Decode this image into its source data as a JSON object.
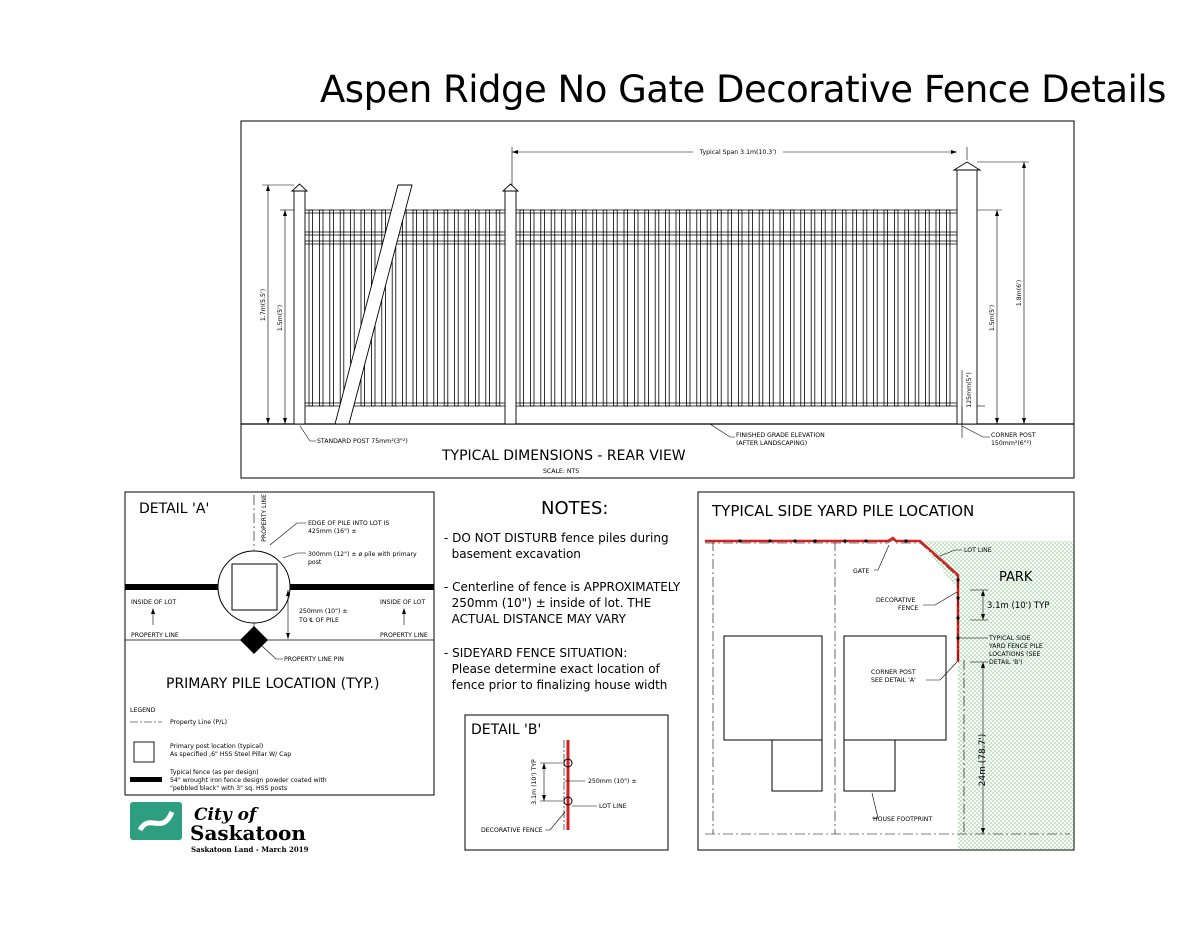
{
  "title": "Aspen Ridge No Gate Decorative Fence Details",
  "rear_view": {
    "heading": "TYPICAL DIMENSIONS - REAR VIEW",
    "scale": "SCALE: NTS",
    "span_label": "Typical Span 3.1m(10.3')",
    "dim_left_outer": "1.7m(5.5')",
    "dim_left_inner": "1.5m(5')",
    "dim_right_inner": "1.5m(5')",
    "dim_right_outer": "1.8m(6')",
    "dim_gap": "125mm(5\")",
    "standard_post": "STANDARD POST 75mm²(3\"²)",
    "grade_line1": "FINISHED GRADE ELEVATION",
    "grade_line2": "(AFTER LANDSCAPING)",
    "corner_post_line1": "CORNER POST",
    "corner_post_line2": "150mm²(6\"²)"
  },
  "detail_a": {
    "heading": "DETAIL 'A'",
    "property_line_vertical": "PROPERTY LINE",
    "edge_line1": "EDGE OF PILE INTO LOT IS",
    "edge_line2": "425mm (16\") ±",
    "pile_line1": "300mm (12\") ±  ø pile with primary",
    "pile_line2": "post",
    "inside_lot_left": "INSIDE OF LOT",
    "inside_lot_right": "INSIDE OF LOT",
    "offset_line1": "250mm (10\") ±",
    "offset_line2": "TO ℄ OF PILE",
    "property_line_left": "PROPERTY LINE",
    "property_line_right": "PROPERTY LINE",
    "pin_label": "PROPERTY LINE PIN",
    "subtitle": "PRIMARY PILE LOCATION (TYP.)",
    "legend_title": "LEGEND",
    "legend_property_line": "Property Line (P/L)",
    "legend_post_line1": "Primary post location (typical)",
    "legend_post_line2": "As specified ,6\" HSS Steel Pillar W/ Cap",
    "legend_fence_line1": "Typical fence (as per design)",
    "legend_fence_line2": "54\" wrought iron fence design powder coated with",
    "legend_fence_line3": "\"pebbled black\" with 3\" sq. HSS posts"
  },
  "logo": {
    "line1": "City of",
    "line2": "Saskatoon",
    "tagline": "Saskatoon Land - March 2019"
  },
  "notes": {
    "heading": "NOTES:",
    "items": [
      [
        "- DO NOT DISTURB fence piles during",
        "  basement excavation"
      ],
      [
        "- Centerline of fence is APPROXIMATELY",
        "  250mm (10\") ± inside of lot. THE",
        "  ACTUAL DISTANCE MAY VARY"
      ],
      [
        "- SIDEYARD FENCE SITUATION:",
        "  Please determine exact location of",
        "  fence prior to finalizing house width"
      ]
    ]
  },
  "detail_b": {
    "heading": "DETAIL 'B'",
    "dim_vertical": "3.1m (10') TYP",
    "dim_offset": "250mm (10\") ±",
    "lot_line": "LOT LINE",
    "fence": "DECORATIVE FENCE"
  },
  "side_yard": {
    "heading": "TYPICAL SIDE YARD PILE LOCATION",
    "lot_line": "LOT LINE",
    "park": "PARK",
    "gate": "GATE",
    "fence_line1": "DECORATIVE",
    "fence_line2": "FENCE",
    "typ_spacing": "3.1m (10') TYP",
    "pile_line1": "TYPICAL SIDE",
    "pile_line2": "YARD FENCE PILE",
    "pile_line3": "LOCATIONS (SEE",
    "pile_line4": "DETAIL 'B')",
    "corner_line1": "CORNER POST",
    "corner_line2": "SEE DETAIL 'A'",
    "depth": "24m (78.7')",
    "footprint": "HOUSE FOOTPRINT"
  },
  "colors": {
    "fence_red": "#d42020",
    "park_green": "#6dc06d",
    "logo_green": "#2e9e80"
  }
}
